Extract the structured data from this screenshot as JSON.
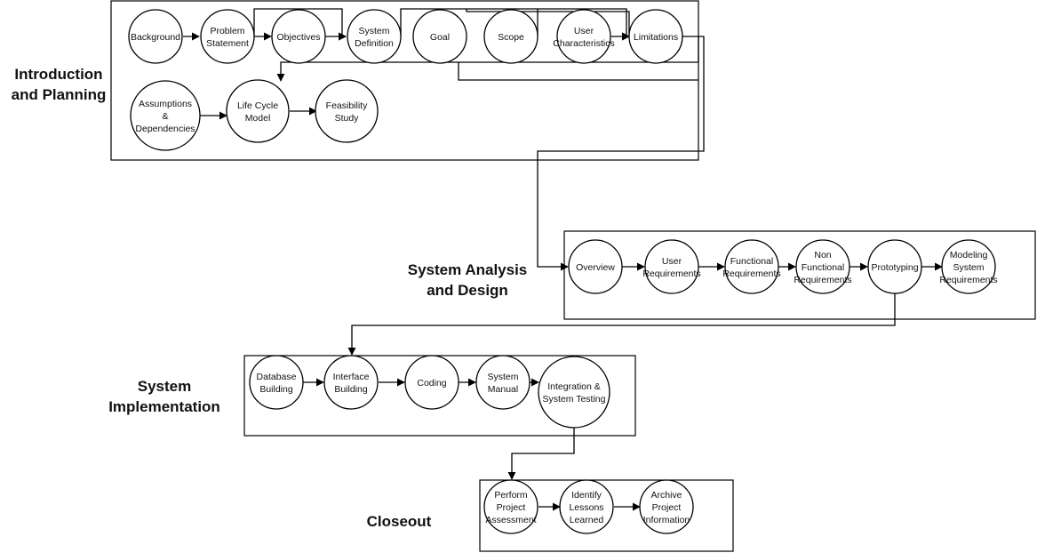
{
  "phases": {
    "intro": {
      "label": [
        "Introduction",
        "and  Planning"
      ]
    },
    "analysis": {
      "label": [
        "System Analysis",
        "and Design"
      ]
    },
    "implementation": {
      "label": [
        "System",
        "Implementation"
      ]
    },
    "closeout": {
      "label": [
        "Closeout"
      ]
    }
  },
  "nodes": {
    "background": [
      "Background"
    ],
    "problem-statement": [
      "Problem",
      "Statement"
    ],
    "objectives": [
      "Objectives"
    ],
    "system-definition": [
      "System",
      "Definition"
    ],
    "goal": [
      "Goal"
    ],
    "scope": [
      "Scope"
    ],
    "user-characteristics": [
      "User",
      "Characteristics"
    ],
    "limitations": [
      "Limitations"
    ],
    "assumptions": [
      "Assumptions",
      "&",
      "Dependencies"
    ],
    "life-cycle-model": [
      "Life Cycle",
      "Model"
    ],
    "feasibility-study": [
      "Feasibility",
      "Study"
    ],
    "overview": [
      "Overview"
    ],
    "user-requirements": [
      "User",
      "Requirements"
    ],
    "functional-requirements": [
      "Functional",
      "Requirements"
    ],
    "non-functional-requirements": [
      "Non",
      "Functional",
      "Requirements"
    ],
    "prototyping": [
      "Prototyping"
    ],
    "modeling-system-requirements": [
      "Modeling",
      "System",
      "Requirements"
    ],
    "database-building": [
      "Database",
      "Building"
    ],
    "interface-building": [
      "Interface",
      "Building"
    ],
    "coding": [
      "Coding"
    ],
    "system-manual": [
      "System",
      "Manual"
    ],
    "integration-testing": [
      "Integration &",
      "System Testing"
    ],
    "perform-project-assessment": [
      "Perform",
      "Project",
      "Assessment"
    ],
    "identify-lessons-learned": [
      "Identify",
      "Lessons",
      "Learned"
    ],
    "archive-project-information": [
      "Archive",
      "Project",
      "Information"
    ]
  }
}
